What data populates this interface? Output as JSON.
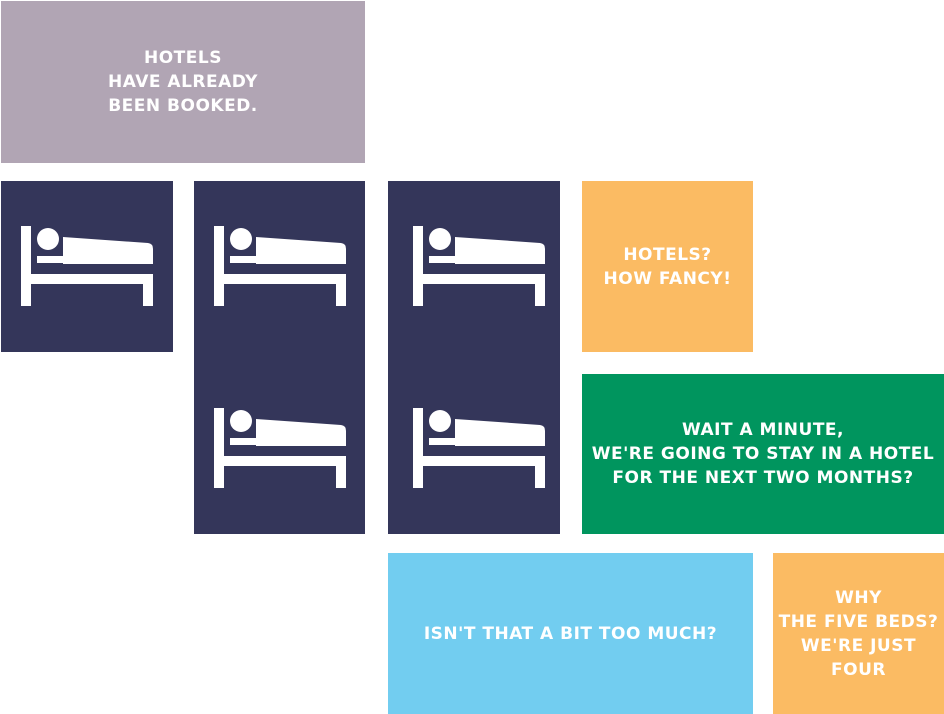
{
  "colors": {
    "mauve": "#b1a5b4",
    "navy": "#34365a",
    "orange": "#fbbb63",
    "green": "#00955e",
    "sky": "#72cdf0",
    "text": "#ffffff"
  },
  "boxes": {
    "hotels_booked": "HOTELS\nHAVE ALREADY\nBEEN BOOKED.",
    "fancy": "HOTELS?\nHOW FANCY!",
    "wait_minute": "WAIT A MINUTE,\nWE'RE GOING TO STAY IN A HOTEL\nFOR THE NEXT TWO MONTHS?",
    "too_much": "ISN'T THAT A BIT TOO MUCH?",
    "five_beds": "WHY\nTHE FIVE BEDS?\nWE'RE JUST\nFOUR"
  },
  "beds": {
    "icon": "bed-icon",
    "count": 5
  }
}
